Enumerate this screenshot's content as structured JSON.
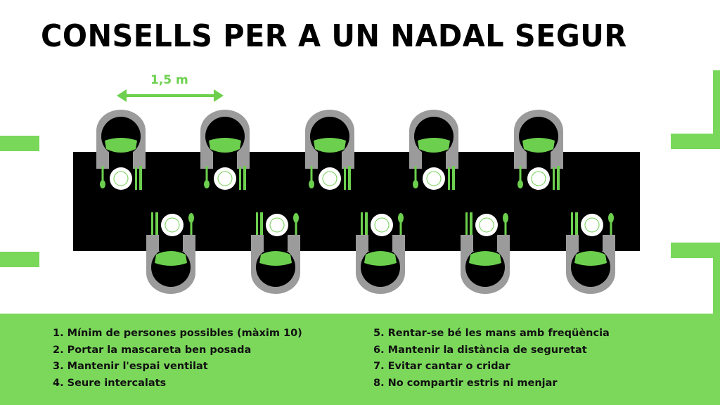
{
  "title": "CONSELLS PER A UN NADAL SEGUR",
  "distance_label": "1,5 m",
  "colors": {
    "accent_green": "#7bd85b",
    "table": "#000000",
    "chair": "#9b9b9b",
    "text": "#111111"
  },
  "tips_left": [
    "1. Mínim de persones possibles (màxim 10)",
    "2. Portar la mascareta ben posada",
    "3. Mantenir l'espai ventilat",
    "4. Seure intercalats"
  ],
  "tips_right": [
    "5. Rentar-se bé les mans amb freqüència",
    "6. Mantenir la distància de seguretat",
    "7. Evitar cantar o cridar",
    "8. No compartir estris ni menjar"
  ]
}
